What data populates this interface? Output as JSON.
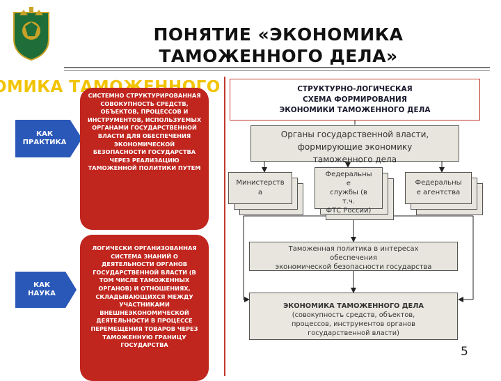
{
  "header": {
    "title_line1": "ПОНЯТИЕ «ЭКОНОМИКА",
    "title_line2": "ТАМОЖЕННОГО ДЕЛА»",
    "background_text": "ОМИКА ТАМОЖЕННОГО"
  },
  "left": {
    "practice_label_line1": "КАК",
    "practice_label_line2": "ПРАКТИКА",
    "practice_text": "СИСТЕМНО СТРУКТУРИРОВАННАЯ СОВОКУПНОСТЬ СРЕДСТВ, ОБЪЕКТОВ, ПРОЦЕССОВ И ИНСТРУМЕНТОВ, ИСПОЛЬЗУЕМЫХ ОРГАНАМИ ГОСУДАРСТВЕННОЙ ВЛАСТИ ДЛЯ ОБЕСПЕЧЕНИЯ ЭКОНОМИЧЕСКОЙ БЕЗОПАСНОСТИ ГОСУДАРСТВА ЧЕРЕЗ РЕАЛИЗАЦИЮ ТАМОЖЕННОЙ ПОЛИТИКИ ПУТЕМ",
    "science_label_line1": "КАК",
    "science_label_line2": "НАУКА",
    "science_text": "ЛОГИЧЕСКИ ОРГАНИЗОВАННАЯ СИСТЕМА ЗНАНИЙ О ДЕЯТЕЛЬНОСТИ ОРГАНОВ ГОСУДАРСТВЕННОЙ ВЛАСТИ (В ТОМ ЧИСЛЕ ТАМОЖЕННЫХ ОРГАНОВ) И ОТНОШЕНИЯХ, СКЛАДЫВАЮЩИХСЯ МЕЖДУ УЧАСТНИКАМИ ВНЕШНЕЭКОНОМИЧЕСКОЙ ДЕЯТЕЛЬНОСТИ В ПРОЦЕССЕ ПЕРЕМЕЩЕНИЯ ТОВАРОВ ЧЕРЕЗ ТАМОЖЕННУЮ ГРАНИЦУ ГОСУДАРСТВА"
  },
  "diagram": {
    "header_line1": "СТРУКТУРНО-ЛОГИЧЕСКАЯ",
    "header_line2": "СХЕМА ФОРМИРОВАНИЯ",
    "header_line3": "ЭКОНОМИКИ ТАМОЖЕННОГО ДЕЛА",
    "organs_line1": "Органы государственной власти,",
    "organs_line2": "формирующие экономику",
    "organs_line3": "таможенного дела",
    "ministry_line1": "Министерств",
    "ministry_line2": "а",
    "services_line1": "Федеральны",
    "services_line2": "е",
    "services_line3": "службы (в",
    "services_line4": "т.ч.",
    "services_line5": "ФТС России)",
    "agencies_line1": "Федеральны",
    "agencies_line2": "е агентства",
    "policy_line1": "Таможенная политика в интересах",
    "policy_line2": "обеспечения",
    "policy_line3": "экономической безопасности государства",
    "econ_title": "ЭКОНОМИКА ТАМОЖЕННОГО ДЕЛА",
    "econ_line1": "(совокупность средств, объектов,",
    "econ_line2": "процессов, инструментов органов",
    "econ_line3": "государственной власти)"
  },
  "footer": {
    "page_number": "5"
  },
  "colors": {
    "red_panel": "#c0251e",
    "blue_arrow": "#2a58b8",
    "accent_line": "#c0392b",
    "gold_text": "#f2c400"
  }
}
